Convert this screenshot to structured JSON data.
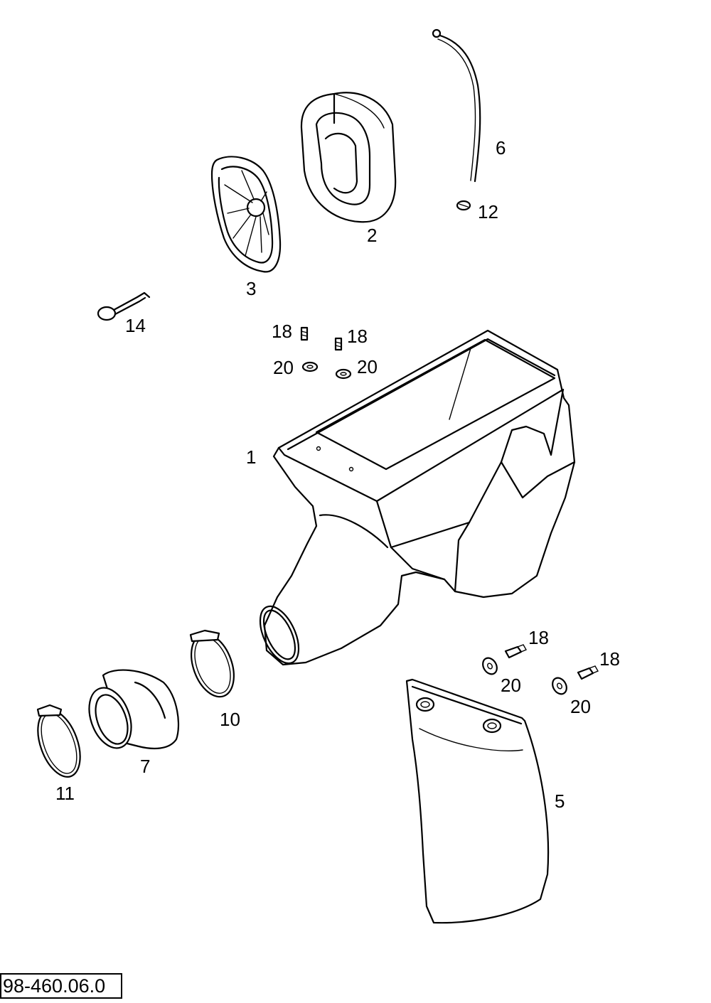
{
  "diagram": {
    "reference_number": "98-460.06.0",
    "callouts": {
      "airbox": "1",
      "filter": "2",
      "filter_cage": "3",
      "mud_flap": "5",
      "breather_hose": "6",
      "intake_boot": "7",
      "clamp_large": "10",
      "clamp_small": "11",
      "hose_clip": "12",
      "filter_pin": "14",
      "screw_top_left": "18",
      "screw_top_right": "18",
      "washer_top_left": "20",
      "washer_top_right": "20",
      "screw_flap_left": "18",
      "screw_flap_right": "18",
      "washer_flap_left": "20",
      "washer_flap_right": "20"
    },
    "colors": {
      "line": "#000000",
      "background": "#ffffff"
    }
  }
}
